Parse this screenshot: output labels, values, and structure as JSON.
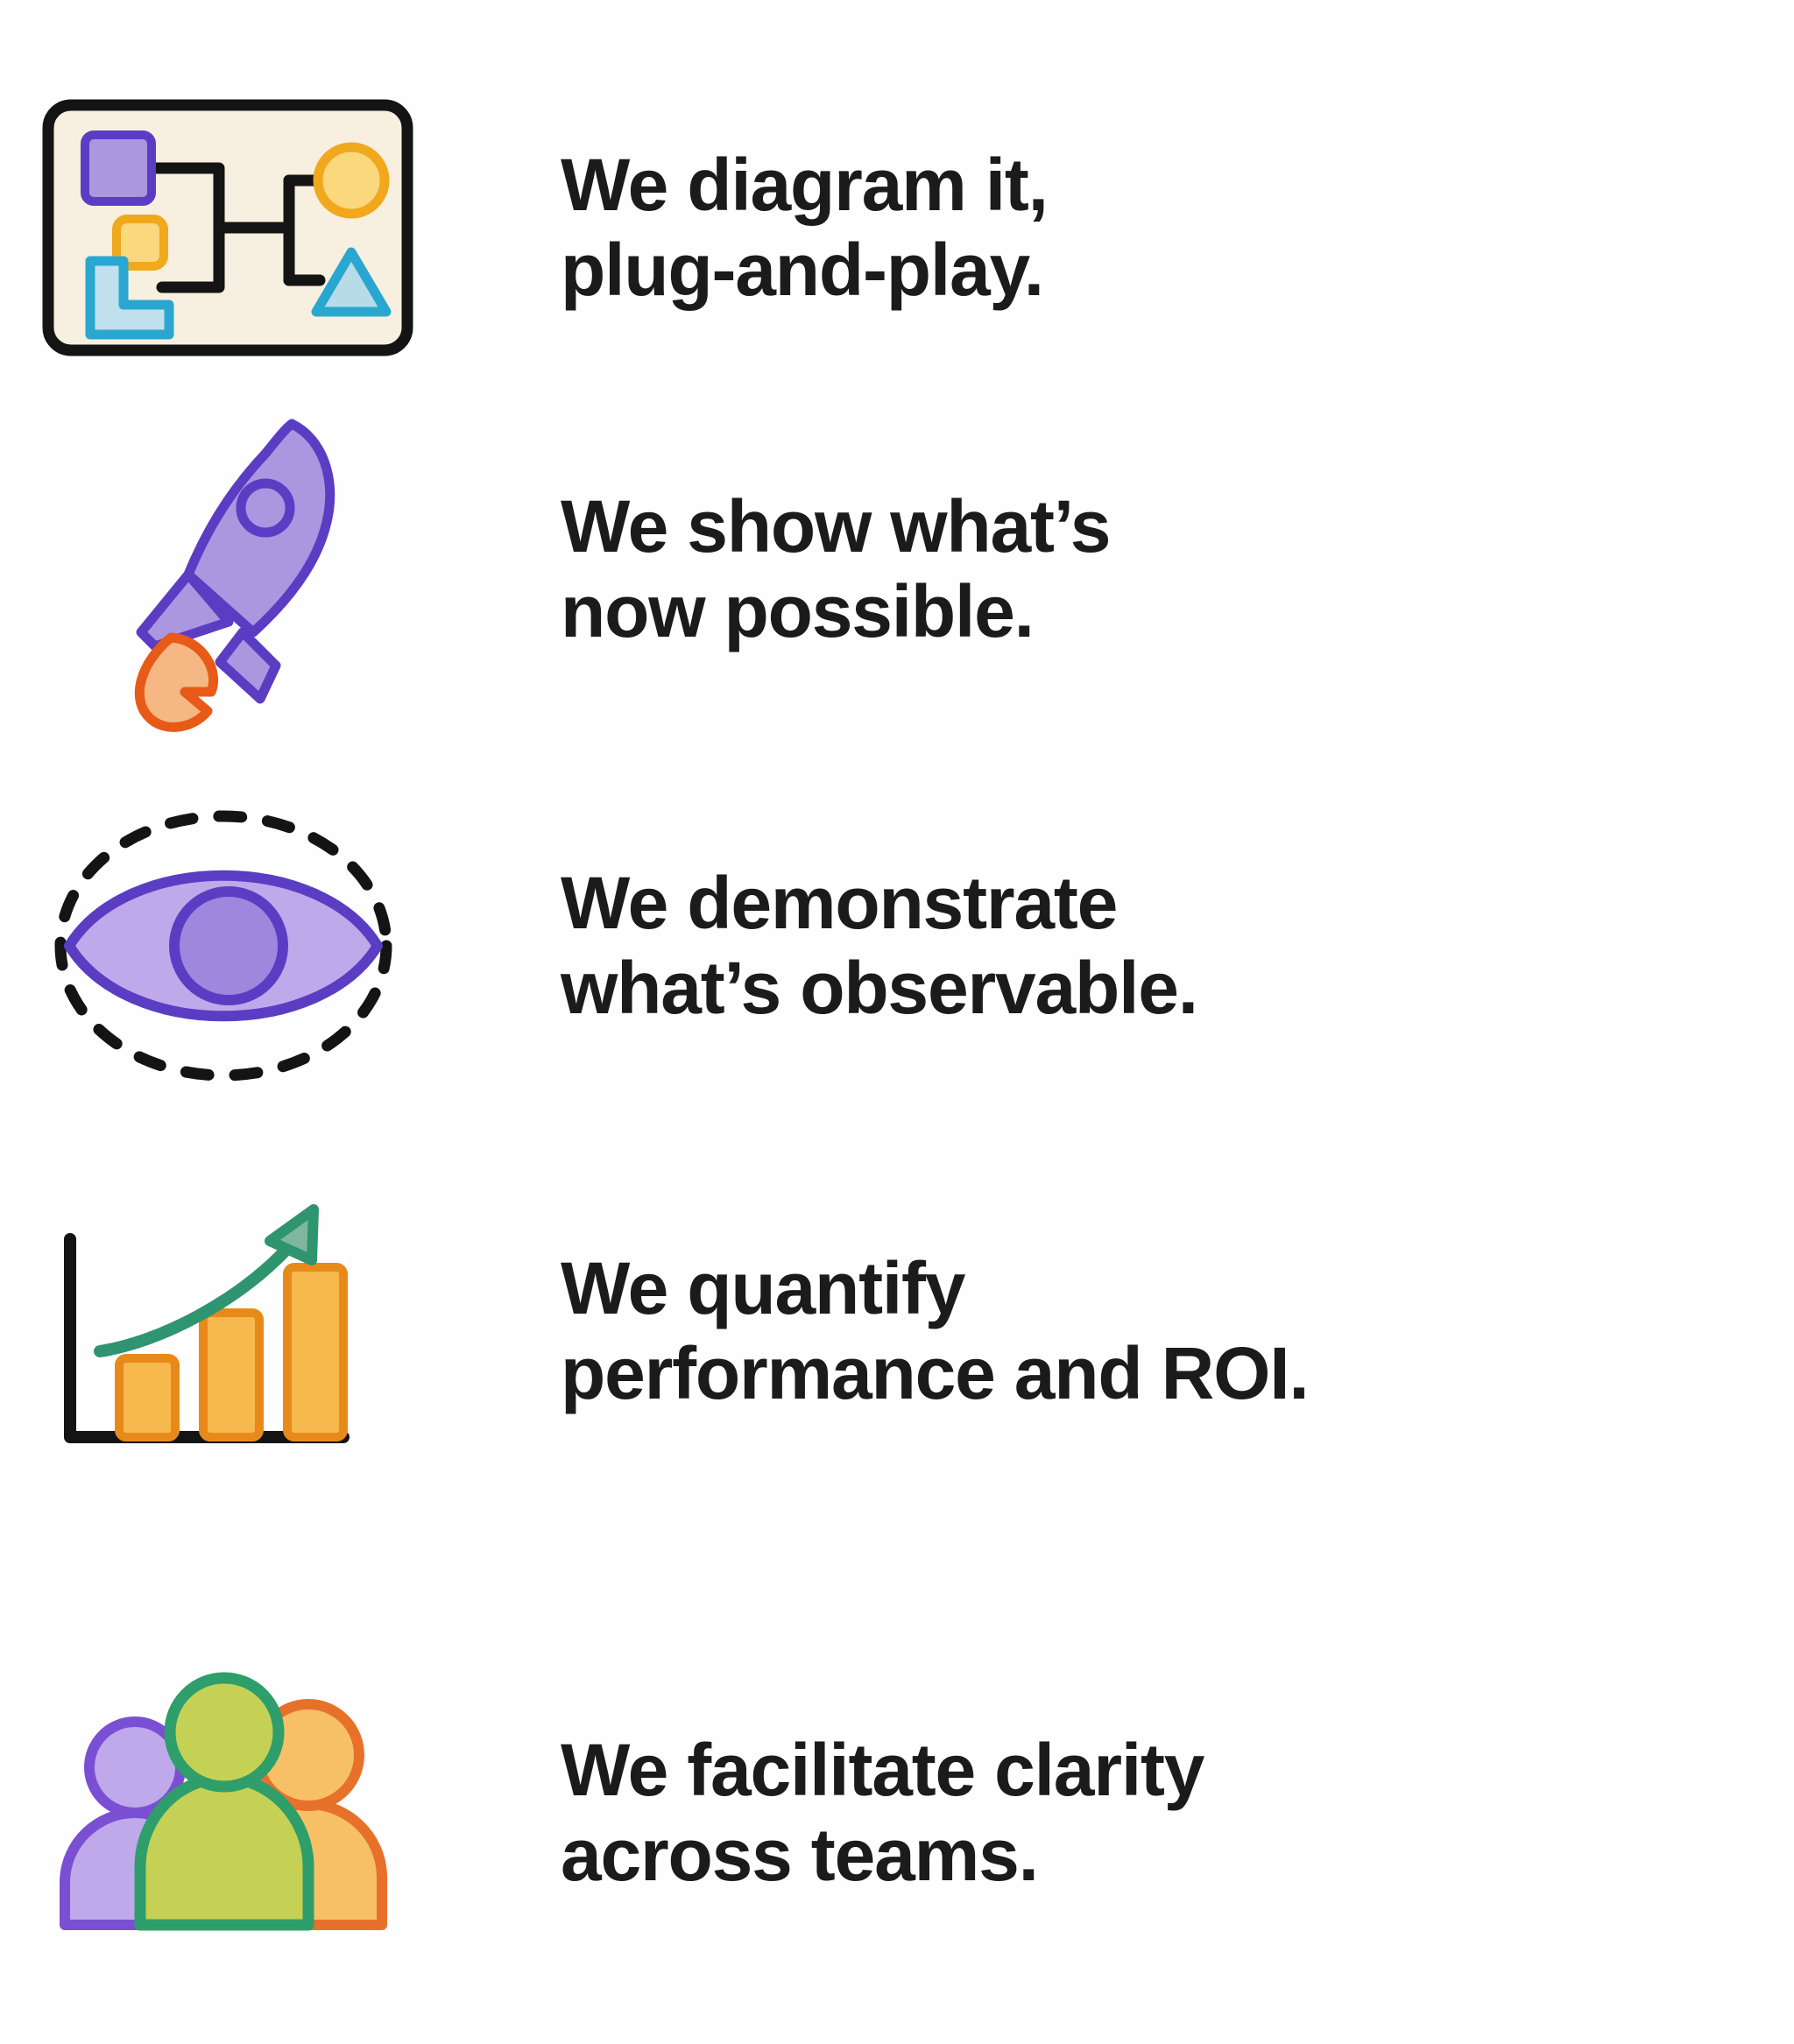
{
  "page": {
    "background_color": "#fefefe",
    "text_color": "#1b1b1b",
    "layout": "five icon-and-caption rows stacked vertically"
  },
  "palette": {
    "purple_fill": "#ab96e0",
    "purple_stroke": "#5b3dc4",
    "purple_light_fill": "#c0a9ea",
    "orange_fill": "#f7b84e",
    "orange_stroke": "#e88a1a",
    "orange_deep_stroke": "#e85a17",
    "orange_flame_fill": "#f5b783",
    "yellow_fill": "#fbd87e",
    "yellow_stroke": "#f0a81c",
    "blue_fill": "#9fd3e3",
    "blue_stroke": "#2aa7d0",
    "green_stroke": "#2e9e6b",
    "green_fill": "#c5d155",
    "teal_arrow": "#2f9470",
    "card_bg": "#f7efdf",
    "black": "#141414"
  },
  "rows": [
    {
      "id": "diagram",
      "icon_name": "diagram-board-icon",
      "caption": "We diagram it,\nplug-and-play."
    },
    {
      "id": "rocket",
      "icon_name": "rocket-icon",
      "caption": "We show what’s\nnow possible."
    },
    {
      "id": "eye",
      "icon_name": "eye-observability-icon",
      "caption": "We demonstrate\nwhat’s observable."
    },
    {
      "id": "chart",
      "icon_name": "bar-chart-growth-icon",
      "caption": "We quantify\nperformance and ROI."
    },
    {
      "id": "team",
      "icon_name": "people-group-icon",
      "caption": "We facilitate clarity\nacross teams."
    }
  ],
  "icon_details": {
    "diagram": {
      "shapes": [
        "purple-square",
        "yellow-rounded-square",
        "blue-L-shape",
        "yellow-circle",
        "blue-triangle"
      ],
      "connectors": "black right-angle tree connectors"
    },
    "rocket": {
      "parts": [
        "body",
        "left-fin",
        "right-fin",
        "window-circle",
        "flame"
      ]
    },
    "eye": {
      "parts": [
        "dashed-ellipse-outline",
        "eye-lens",
        "iris-circle"
      ]
    },
    "chart": {
      "bars": [
        3,
        3,
        3
      ],
      "bar_heights_relative": [
        0.38,
        0.62,
        0.88
      ],
      "axis": "black L-shaped axis",
      "trend": "green upward curved arrow"
    },
    "team": {
      "people": [
        "purple-person-small",
        "green-person-large",
        "orange-person-medium"
      ]
    }
  }
}
